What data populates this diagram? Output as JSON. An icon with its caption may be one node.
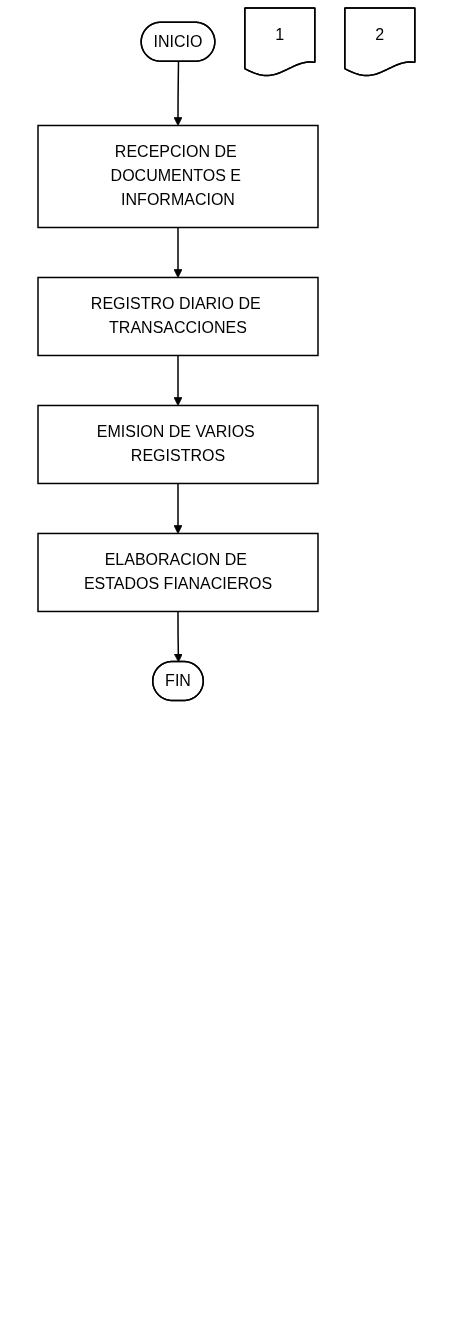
{
  "diagram": {
    "nodes": [
      {
        "text": [
          "INICIO"
        ]
      },
      {
        "text": [
          "RECEPCION DE DOCUMENTOS E INFORMACION"
        ]
      },
      {
        "text": [
          "REGISTRO DIARIO DE TRANSACCIONES"
        ]
      },
      {
        "text": [
          "1"
        ]
      },
      {
        "text": [
          "EMISION DE VARIOS REGISTROS"
        ]
      },
      {
        "text": [
          "ELABORACION DE ESTADOS FIANACIEROS"
        ]
      },
      {
        "text": [
          "2"
        ]
      },
      {
        "text": [
          "FIN"
        ]
      }
    ],
    "edges": [
      {
        "from": 0,
        "to": 1,
        "arrow": "to"
      },
      {
        "from": 1,
        "to": 2,
        "arrow": "to"
      },
      {
        "from": 2,
        "to": 4,
        "arrow": "to"
      },
      {
        "from": 4,
        "to": 5,
        "arrow": "to"
      },
      {
        "from": 5,
        "to": 7,
        "arrow": "to"
      }
    ]
  }
}
